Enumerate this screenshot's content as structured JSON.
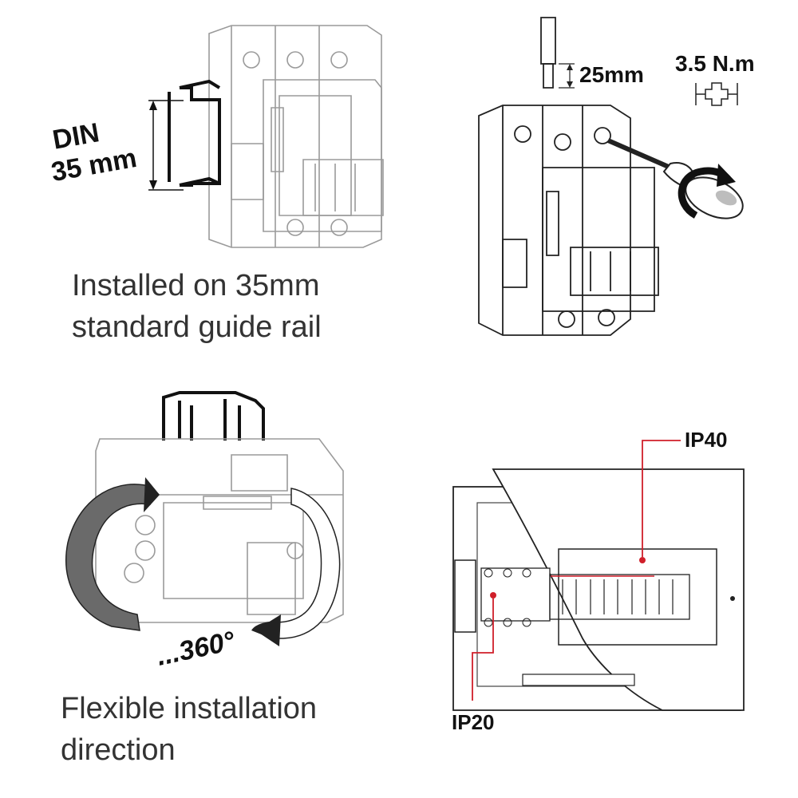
{
  "panels": {
    "din_rail": {
      "din_label": "DIN",
      "size_label": "35 mm",
      "caption_line1": "Installed on 35mm",
      "caption_line2": "standard guide rail"
    },
    "wiring": {
      "strip_length": "25mm",
      "torque": "3.5 N.m"
    },
    "rotation": {
      "angle_label": "...360°",
      "caption_line1": "Flexible installation",
      "caption_line2": "direction"
    },
    "enclosure": {
      "ip_outer": "IP40",
      "ip_inner": "IP20"
    }
  },
  "colors": {
    "caption_text": "#333333",
    "drawing_line": "#9a9a9a",
    "rail_line": "#111111",
    "callout_red": "#d01f2a"
  }
}
